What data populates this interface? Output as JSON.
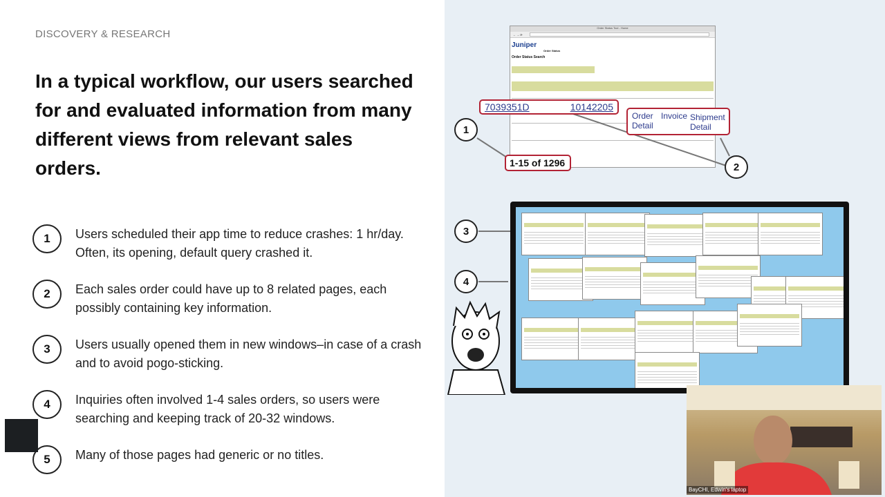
{
  "slide": {
    "kicker": "DISCOVERY & RESEARCH",
    "headline": "In a typical workflow, our users searched for and evaluated information from many different views from relevant sales orders.",
    "items": [
      {
        "n": "1",
        "text": "Users scheduled their app time to reduce crashes: 1 hr/day. Often, its opening, default query crashed it."
      },
      {
        "n": "2",
        "text": "Each sales order could have up to 8 related pages, each possibly containing key information."
      },
      {
        "n": "3",
        "text": "Users usually opened them in new windows–in case of a crash and to avoid pogo-sticking."
      },
      {
        "n": "4",
        "text": "Inquiries often involved 1-4 sales orders, so users were searching and keeping track of 20-32 windows."
      },
      {
        "n": "5",
        "text": "Many of those pages had generic or no titles."
      }
    ]
  },
  "mock": {
    "window_title": "Order Status Tool - Home",
    "url": "https://",
    "logo": "Juniper",
    "subtitle": "Order Status",
    "heading": "Order Status Search",
    "callout_po": "7039351D",
    "callout_so": "10142205",
    "callout_links": [
      "Order Detail",
      "Invoice",
      "Shipment Detail"
    ],
    "callout_paging": "1-15 of 1296",
    "markers": [
      "1",
      "2",
      "3",
      "4"
    ]
  },
  "video": {
    "label": "BayCHI, Edwin's laptop"
  },
  "colors": {
    "accent": "#b22234",
    "panel": "#e8eff5",
    "link": "#2c3a8c"
  }
}
